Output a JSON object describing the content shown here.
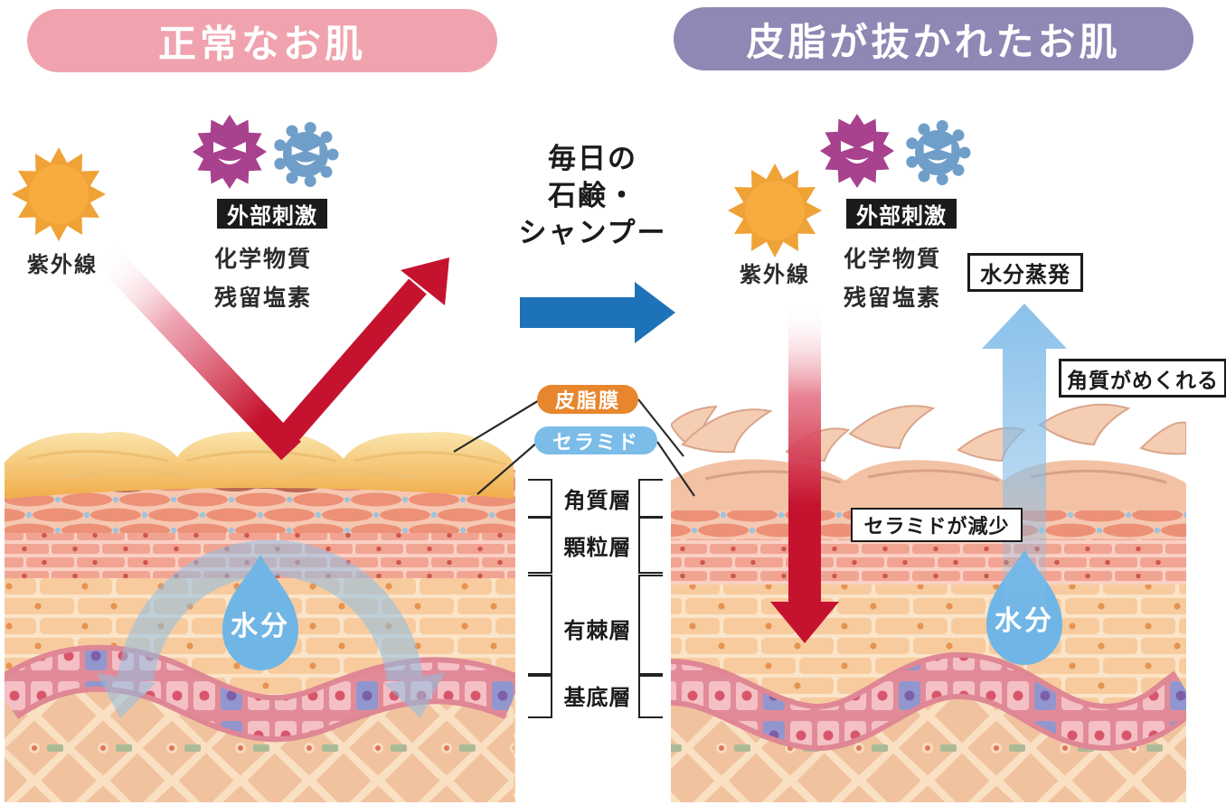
{
  "headers": {
    "left": "正常なお肌",
    "right": "皮脂が抜かれたお肌"
  },
  "center": {
    "soap_line1": "毎日の",
    "soap_line2": "石鹸・",
    "soap_line3": "シャンプー"
  },
  "left_panel": {
    "uv_label": "紫外線",
    "stimuli_label": "外部刺激",
    "chemical_label": "化学物質",
    "chlorine_label": "残留塩素",
    "moisture_label": "水分"
  },
  "right_panel": {
    "uv_label": "紫外線",
    "stimuli_label": "外部刺激",
    "chemical_label": "化学物質",
    "chlorine_label": "残留塩素",
    "moisture_label": "水分",
    "evaporation_label": "水分蒸発",
    "keratin_peel_label": "角質がめくれる",
    "ceramide_decrease_label": "セラミドが減少"
  },
  "skin_annotations": {
    "sebum_film": "皮脂膜",
    "ceramide": "セラミド",
    "layers": [
      "角質層",
      "顆粒層",
      "有棘層",
      "基底層"
    ]
  },
  "colors": {
    "header_pink": "#F0A3AE",
    "header_purple": "#8D88B4",
    "sun_orange": "#F6AC3F",
    "germ_purple": "#A8418E",
    "germ_blue": "#6F9FC8",
    "arrow_red": "#C5132F",
    "soap_arrow_blue": "#1E72B8",
    "moisture_blue": "#6FB6E6",
    "sebum_pill_orange": "#E8862D",
    "ceramide_pill_blue": "#7BBCE8",
    "label_box_black": "#1B1B1B"
  }
}
